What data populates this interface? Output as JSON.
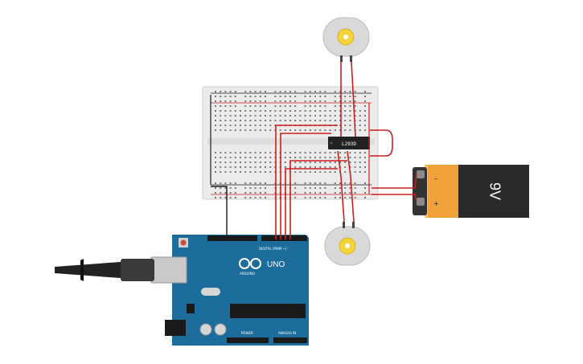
{
  "circuit": {
    "driver_chip_label": "L293D",
    "board": {
      "model": "UNO",
      "brand": "ARDUINO",
      "header_digital": "DIGITAL (PWM ~)",
      "header_power": "POWER",
      "header_analog": "ANALOG IN"
    },
    "battery": {
      "voltage_label": "9V",
      "minus_label": "–",
      "plus_label": "+"
    },
    "motors": [
      {
        "name": "motor-top"
      },
      {
        "name": "motor-bottom"
      }
    ],
    "colors": {
      "board": "#1c6c9c",
      "breadboard": "#ebebeb",
      "wire": "#cc1f1f",
      "ground_wire": "#1a1a1a",
      "battery_body": "#f0a13a",
      "battery_cap": "#2a2a2a",
      "motor_body": "#d9d9d9",
      "motor_shaft": "#f5d43b"
    }
  }
}
